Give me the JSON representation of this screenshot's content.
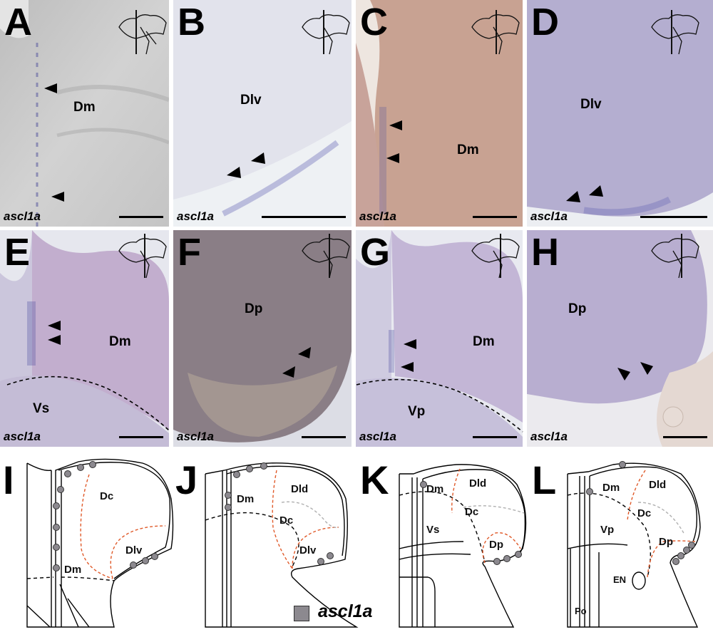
{
  "photo_panels": [
    {
      "id": "A",
      "regions": [
        "Dm"
      ],
      "gene": "ascl1a"
    },
    {
      "id": "B",
      "regions": [
        "Dlv"
      ],
      "gene": "ascl1a"
    },
    {
      "id": "C",
      "regions": [
        "Dm"
      ],
      "gene": "ascl1a"
    },
    {
      "id": "D",
      "regions": [
        "Dlv"
      ],
      "gene": "ascl1a"
    },
    {
      "id": "E",
      "regions": [
        "Dm",
        "Vs"
      ],
      "gene": "ascl1a"
    },
    {
      "id": "F",
      "regions": [
        "Dp"
      ],
      "gene": "ascl1a"
    },
    {
      "id": "G",
      "regions": [
        "Dm",
        "Vp"
      ],
      "gene": "ascl1a"
    },
    {
      "id": "H",
      "regions": [
        "Dp"
      ],
      "gene": "ascl1a"
    }
  ],
  "diagram_panels": [
    {
      "id": "I",
      "regions": [
        "Dc",
        "Dlv",
        "Dm"
      ]
    },
    {
      "id": "J",
      "regions": [
        "Dm",
        "Dld",
        "Dc",
        "Dlv"
      ]
    },
    {
      "id": "K",
      "regions": [
        "Dm",
        "Dld",
        "Dc",
        "Vs",
        "Dp"
      ]
    },
    {
      "id": "L",
      "regions": [
        "Dm",
        "Dld",
        "Dc",
        "Vp",
        "Dp",
        "EN",
        "Po"
      ]
    }
  ],
  "legend": {
    "label": "ascl1a",
    "color": "#8c898f"
  },
  "colors": {
    "boundary_dashed_red": "#e05a2a",
    "boundary_dashed_grey": "#b0b0b0",
    "cell_dot": "#8c898f"
  }
}
